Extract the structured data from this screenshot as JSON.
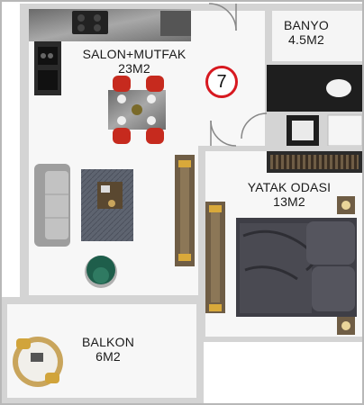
{
  "rooms": [
    {
      "name": "SALON+MUTFAK",
      "area": "23M2"
    },
    {
      "name": "BANYO",
      "area": "4.5M2"
    },
    {
      "name": "YATAK ODASI",
      "area": "13M2"
    },
    {
      "name": "BALKON",
      "area": "6M2"
    }
  ],
  "unit_number": "7",
  "colors": {
    "wall": "#d6d6d6",
    "floor": "#f7f7f7",
    "accent_red": "#d71920",
    "marble": "#7b7b7b",
    "dark_fixture": "#2a2a2a",
    "wood": "#6f5d45",
    "chair_red": "#c62a1e",
    "armchair_green": "#1e5e4b",
    "bed_gray": "#4a4a52",
    "sofa_gray": "#b5b5b5",
    "table_wood": "#c9a55c"
  }
}
